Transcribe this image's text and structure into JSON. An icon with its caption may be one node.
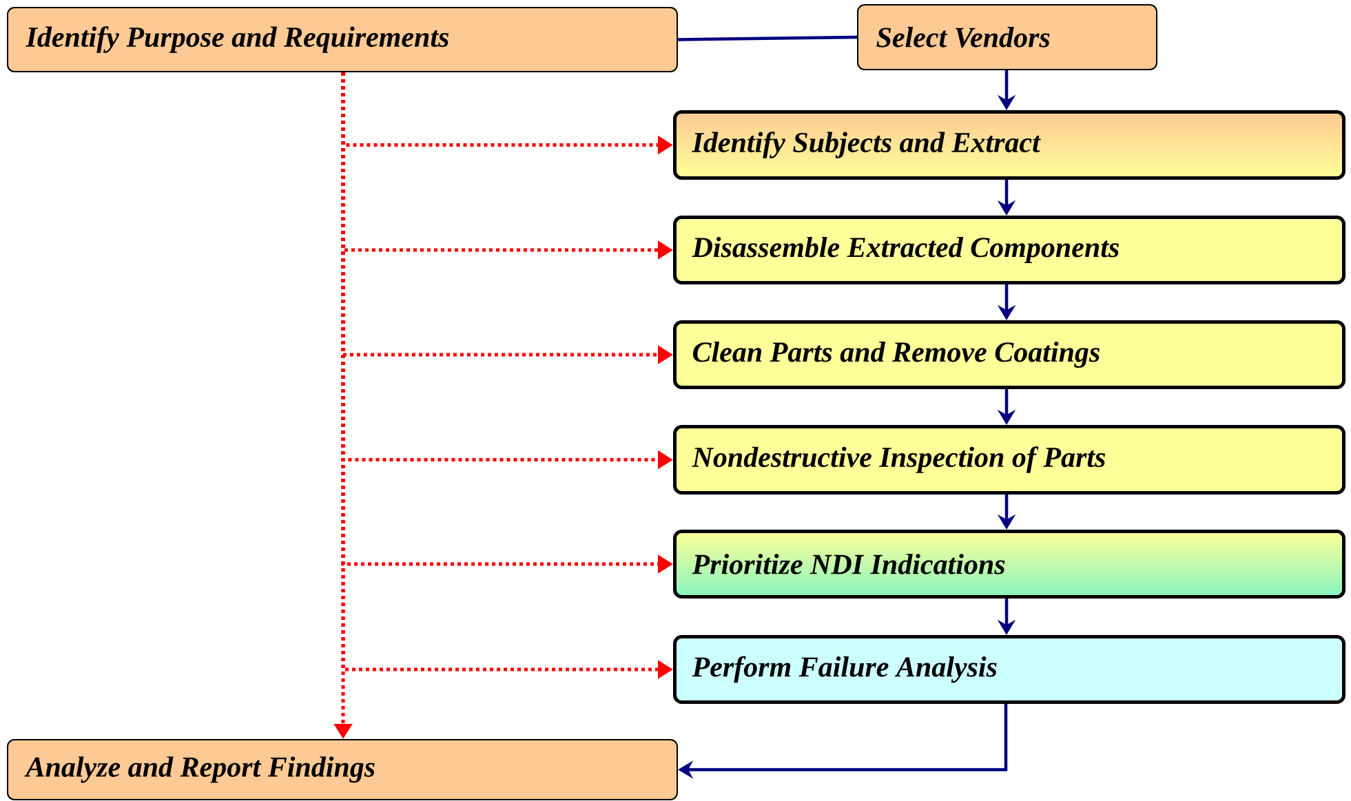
{
  "diagram": {
    "nodes": [
      {
        "text": [
          "Identify Purpose and Requirements"
        ]
      },
      {
        "text": [
          "Select Vendors"
        ]
      },
      {
        "text": [
          "Identify Subjects and Extract"
        ]
      },
      {
        "text": [
          "Disassemble Extracted Components"
        ]
      },
      {
        "text": [
          "Clean Parts and Remove Coatings"
        ]
      },
      {
        "text": [
          "Nondestructive Inspection of Parts"
        ]
      },
      {
        "text": [
          "Prioritize NDI Indications"
        ]
      },
      {
        "text": [
          "Perform Failure Analysis"
        ]
      },
      {
        "text": [
          "Analyze and Report Findings"
        ]
      }
    ],
    "edges": [
      {
        "from": 0,
        "to": 1,
        "arrow": "none"
      },
      {
        "from": 1,
        "to": 2,
        "arrow": "to"
      },
      {
        "from": 2,
        "to": 3,
        "arrow": "to"
      },
      {
        "from": 3,
        "to": 4,
        "arrow": "to"
      },
      {
        "from": 4,
        "to": 5,
        "arrow": "to"
      },
      {
        "from": 5,
        "to": 6,
        "arrow": "to"
      },
      {
        "from": 6,
        "to": 7,
        "arrow": "to"
      },
      {
        "from": 7,
        "to": 8,
        "arrow": "to"
      },
      {
        "from": 0,
        "to": 2,
        "arrow": "to",
        "style": "dashed",
        "color": "#ff0000"
      },
      {
        "from": 0,
        "to": 3,
        "arrow": "to",
        "style": "dashed",
        "color": "#ff0000"
      },
      {
        "from": 0,
        "to": 4,
        "arrow": "to",
        "style": "dashed",
        "color": "#ff0000"
      },
      {
        "from": 0,
        "to": 5,
        "arrow": "to",
        "style": "dashed",
        "color": "#ff0000"
      },
      {
        "from": 0,
        "to": 6,
        "arrow": "to",
        "style": "dashed",
        "color": "#ff0000"
      },
      {
        "from": 0,
        "to": 7,
        "arrow": "to",
        "style": "dashed",
        "color": "#ff0000"
      },
      {
        "from": 0,
        "to": 8,
        "arrow": "to",
        "style": "dashed",
        "color": "#ff0000"
      }
    ]
  }
}
